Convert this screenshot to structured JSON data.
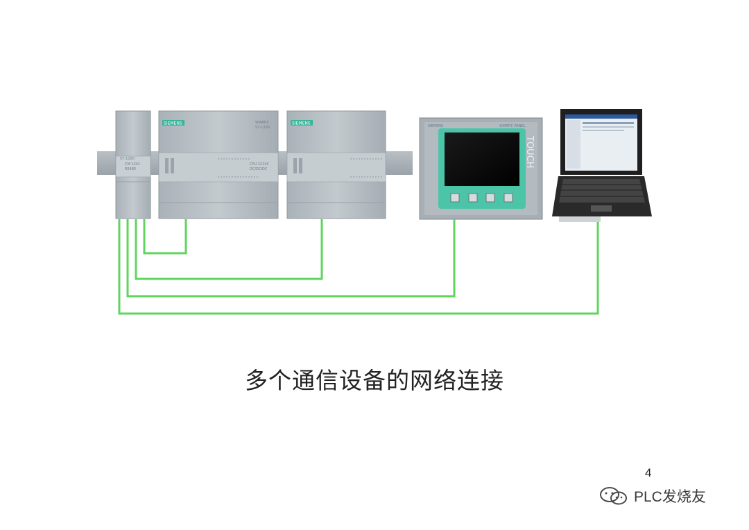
{
  "caption": "多个通信设备的网络连接",
  "page_number": "4",
  "watermark": {
    "text": "PLC发烧友",
    "icon": "wechat-icon"
  },
  "devices": {
    "module_labels": [
      "SIEMENS",
      "SIEMENS"
    ],
    "cm_module_text": [
      "S7-1200",
      "CM 1241",
      "RS485"
    ],
    "cpu_texts": [
      "SIMATIC",
      "S7-1200",
      "CPU 1214C",
      "DC/DC/DC"
    ],
    "hmi_brand": "SIEMENS",
    "hmi_model": "SIMATIC PANEL",
    "hmi_side_label": "TOUCH"
  },
  "colors": {
    "network_line": "#5fd45f",
    "hmi_bezel": "#4cc4a8",
    "module_body": "#b9c1c7",
    "siemens_badge": "#3bb49b"
  }
}
